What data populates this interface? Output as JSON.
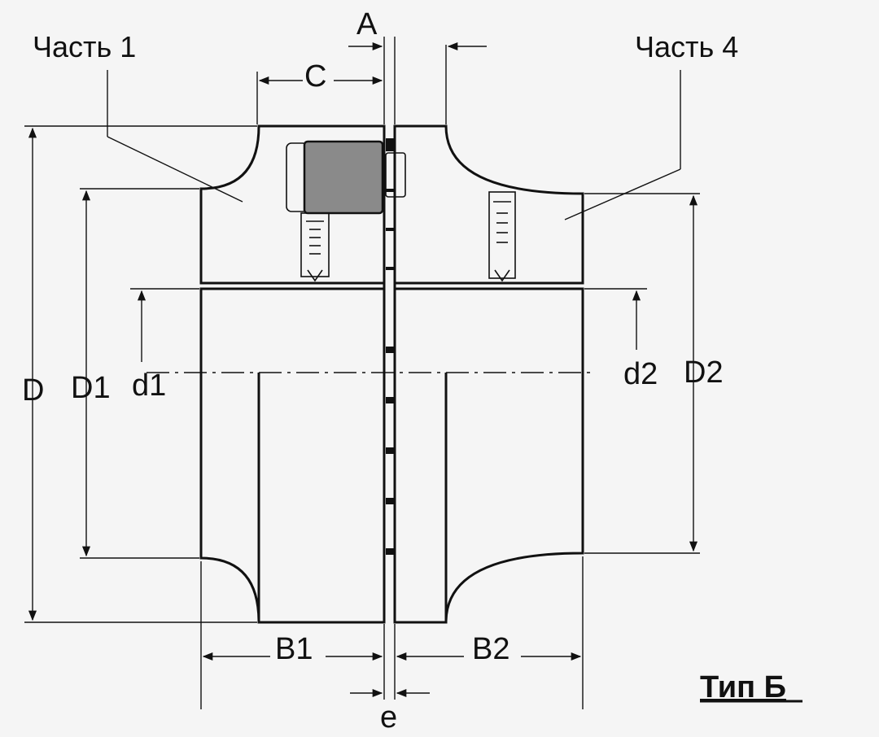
{
  "labels": {
    "part1": "Часть 1",
    "part4": "Часть 4",
    "A": "A",
    "C": "C",
    "D": "D",
    "D1": "D1",
    "d1": "d1",
    "d2": "d2",
    "D2": "D2",
    "B1": "B1",
    "B2": "B2",
    "e": "e",
    "type": "Тип Б"
  },
  "colors": {
    "background": "#f5f5f5",
    "line": "#111111",
    "elastic_element": "#8a8a8a"
  }
}
